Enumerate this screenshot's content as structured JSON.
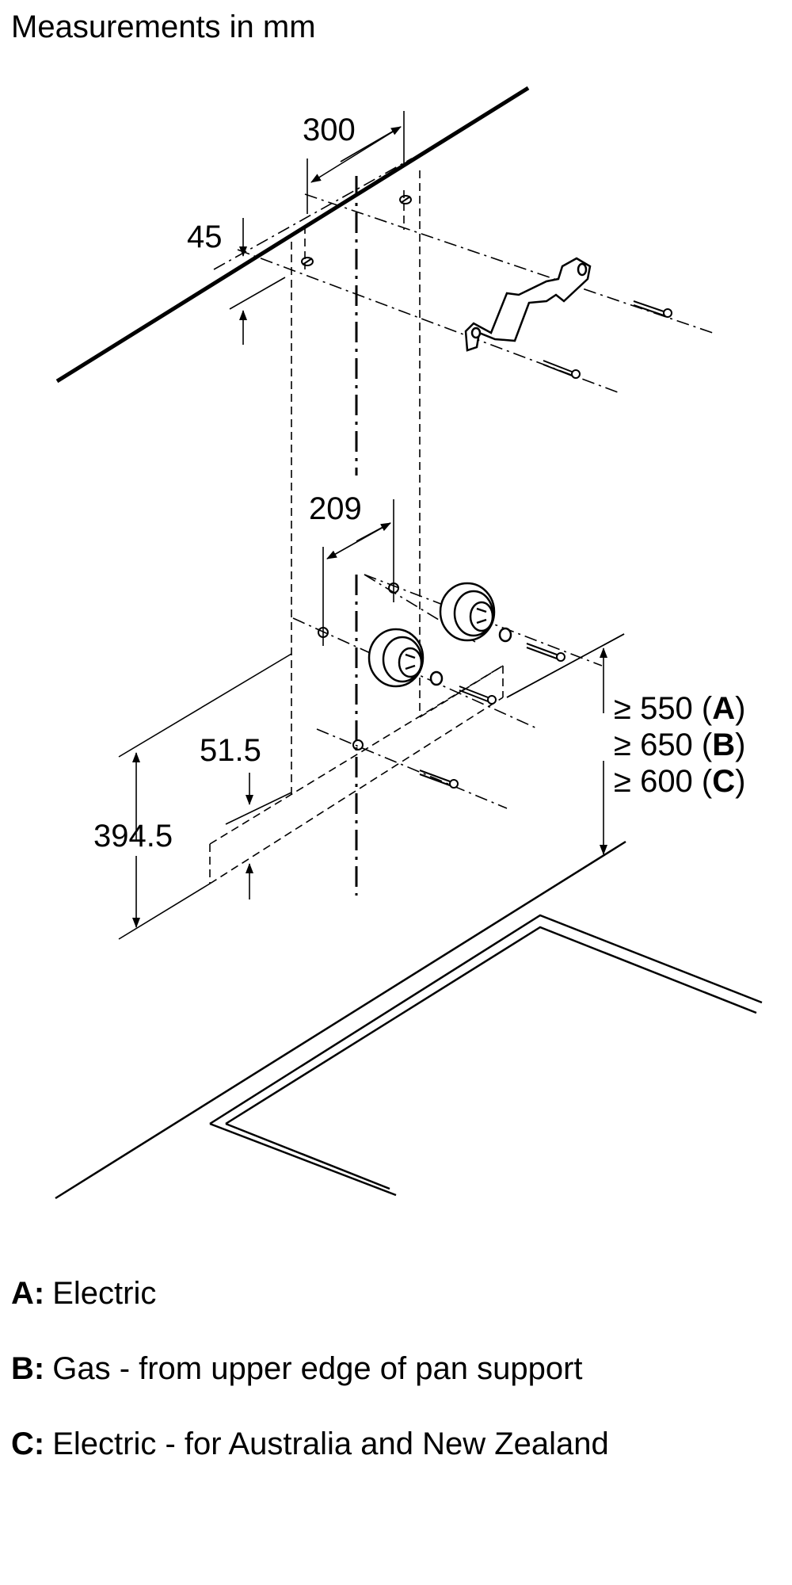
{
  "title": "Measurements in mm",
  "dimensions": {
    "top_spacing": "300",
    "top_offset": "45",
    "lower_spacing": "209",
    "lower_offset": "51.5",
    "height": "394.5"
  },
  "clearances": [
    {
      "prefix": "≥ 550 (",
      "key": "A",
      "suffix": ")"
    },
    {
      "prefix": "≥ 650 (",
      "key": "B",
      "suffix": ")"
    },
    {
      "prefix": "≥ 600 (",
      "key": "C",
      "suffix": ")"
    }
  ],
  "legend": [
    {
      "key": "A:",
      "text": "Electric"
    },
    {
      "key": "B:",
      "text": "Gas - from upper edge of pan support"
    },
    {
      "key": "C:",
      "text": "Electric - for Australia and New Zealand"
    }
  ]
}
